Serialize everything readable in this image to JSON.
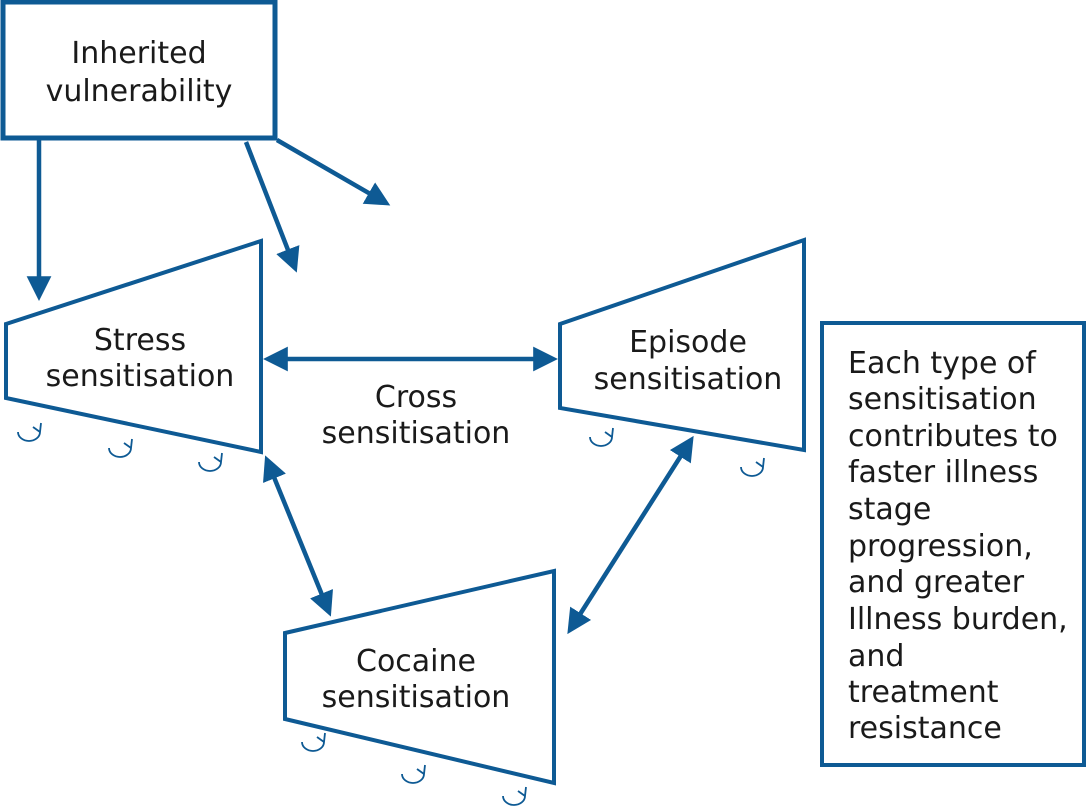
{
  "colors": {
    "stroke": "#0e5a94",
    "text": "#1a1a1a",
    "background": "#ffffff"
  },
  "nodes": {
    "inherited": {
      "line1": "Inherited",
      "line2": "vulnerability"
    },
    "stress": {
      "line1": "Stress",
      "line2": "sensitisation"
    },
    "episode": {
      "line1": "Episode",
      "line2": "sensitisation"
    },
    "cocaine": {
      "line1": "Cocaine",
      "line2": "sensitisation"
    }
  },
  "cross": {
    "line1": "Cross",
    "line2": "sensitisation"
  },
  "note": {
    "lines": [
      "Each type of",
      "sensitisation",
      "contributes to",
      "faster illness",
      "stage",
      "progression,",
      "and greater",
      "Illness burden,",
      "and",
      "treatment",
      "resistance"
    ]
  },
  "arrow_style": "solid filled triangle heads",
  "loop_icon": "circular-arrow-icon"
}
